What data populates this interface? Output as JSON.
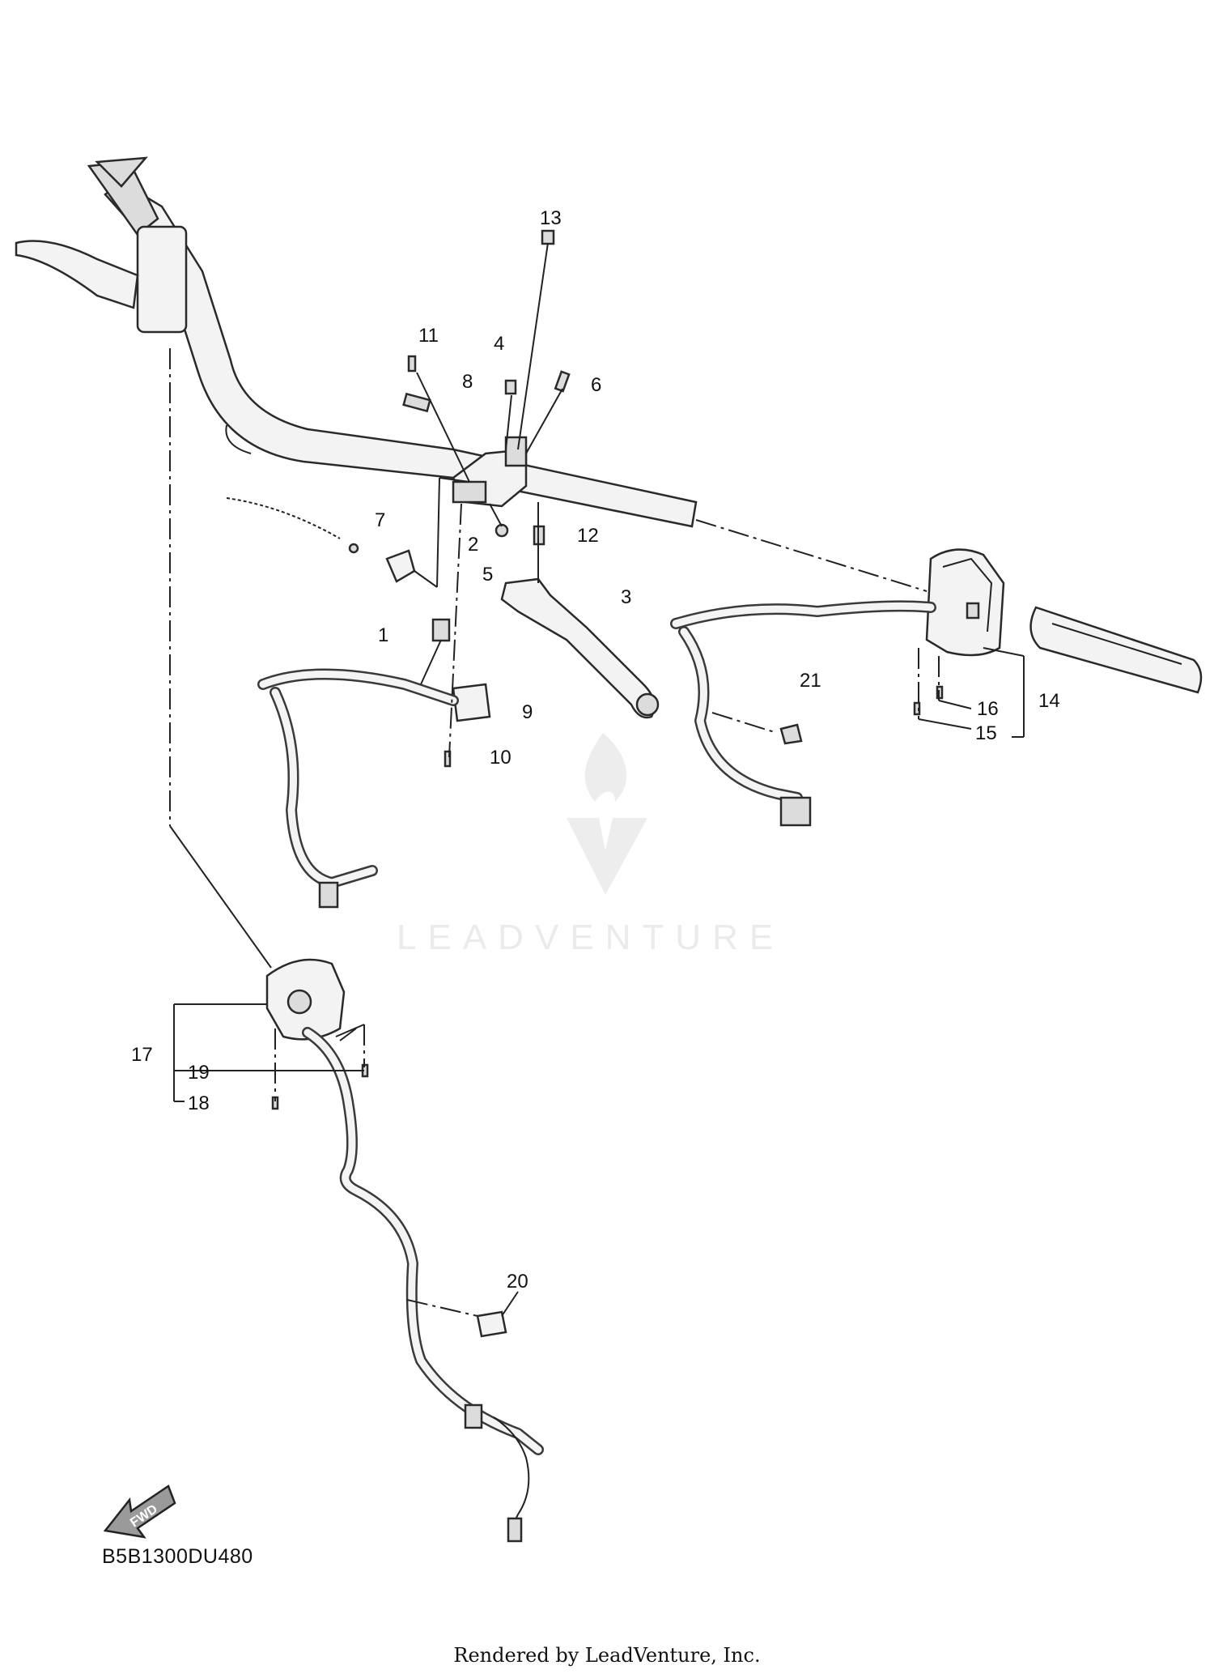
{
  "diagram": {
    "callouts": [
      "1",
      "2",
      "3",
      "4",
      "5",
      "6",
      "7",
      "8",
      "9",
      "10",
      "11",
      "12",
      "13",
      "14",
      "15",
      "16",
      "17",
      "18",
      "19",
      "20",
      "21"
    ],
    "drawing_code": "B5B1300DU480",
    "fwd_label": "FWD",
    "watermark": "LEADVENTURE",
    "footer": "Rendered by LeadVenture, Inc."
  }
}
